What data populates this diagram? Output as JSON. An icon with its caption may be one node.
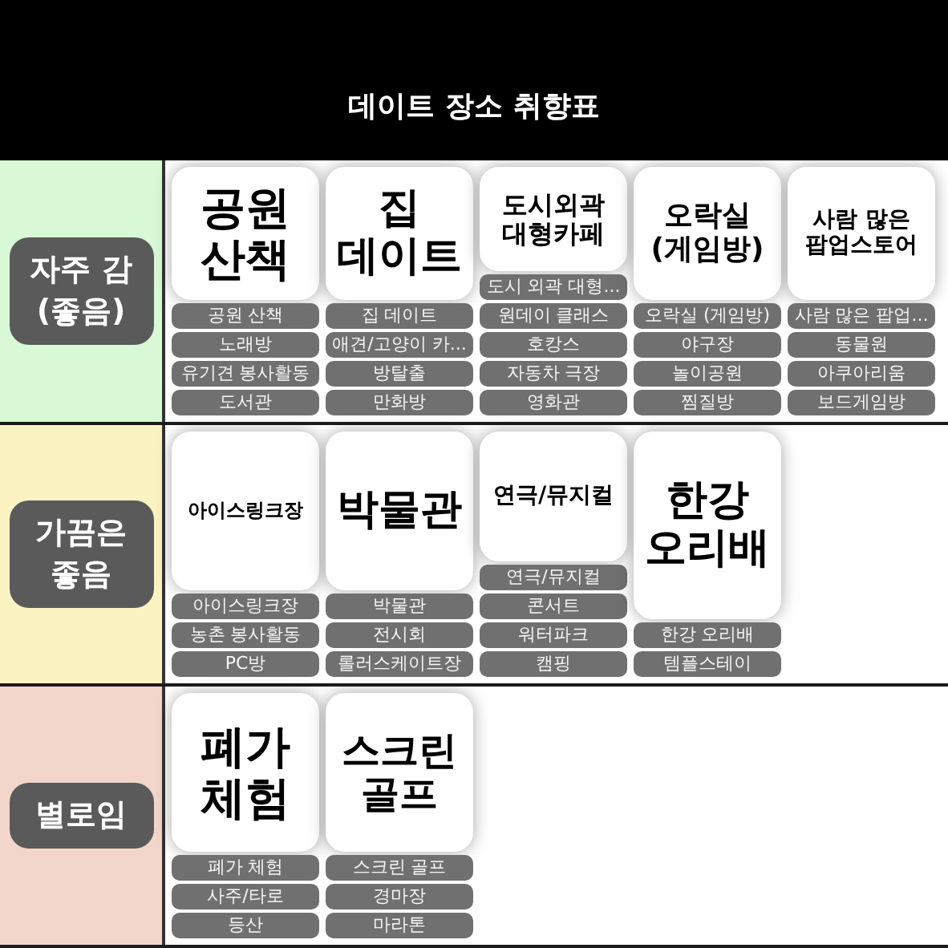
{
  "diagram": {
    "title": "데이트 장소 취향표",
    "nodes": [
      {
        "text": [],
        "shape": "band"
      },
      {
        "text": [
          "자주 감 (좋음)"
        ],
        "in": 0
      },
      {
        "text": [
          "공원 산책"
        ],
        "in": 0
      },
      {
        "text": [
          "공원 산책"
        ],
        "in": 0
      },
      {
        "text": [
          "노래방"
        ],
        "in": 0
      },
      {
        "text": [
          "유기견 봉사활동"
        ],
        "in": 0
      },
      {
        "text": [
          "도서관"
        ],
        "in": 0
      },
      {
        "text": [
          "집 데이트"
        ],
        "in": 0
      },
      {
        "text": [
          "집 데이트"
        ],
        "in": 0
      },
      {
        "text": [
          "애견/고양이 카..."
        ],
        "in": 0
      },
      {
        "text": [
          "방탈출"
        ],
        "in": 0
      },
      {
        "text": [
          "만화방"
        ],
        "in": 0
      },
      {
        "text": [
          "도시외곽 대형카페"
        ],
        "in": 0
      },
      {
        "text": [
          "도시 외곽 대형..."
        ],
        "in": 0
      },
      {
        "text": [
          "원데이 클래스"
        ],
        "in": 0
      },
      {
        "text": [
          "호캉스"
        ],
        "in": 0
      },
      {
        "text": [
          "자동차 극장"
        ],
        "in": 0
      },
      {
        "text": [
          "영화관"
        ],
        "in": 0
      },
      {
        "text": [
          "오락실 (게임방)"
        ],
        "in": 0
      },
      {
        "text": [
          "오락실 (게임방)"
        ],
        "in": 0
      },
      {
        "text": [
          "야구장"
        ],
        "in": 0
      },
      {
        "text": [
          "놀이공원"
        ],
        "in": 0
      },
      {
        "text": [
          "찜질방"
        ],
        "in": 0
      },
      {
        "text": [
          "사람 많은 팝업스토어"
        ],
        "in": 0
      },
      {
        "text": [
          "사람 많은 팝업..."
        ],
        "in": 0
      },
      {
        "text": [
          "동물원"
        ],
        "in": 0
      },
      {
        "text": [
          "아쿠아리움"
        ],
        "in": 0
      },
      {
        "text": [
          "보드게임방"
        ],
        "in": 0
      },
      {
        "text": [],
        "shape": "band"
      },
      {
        "text": [
          "가끔은 좋음"
        ],
        "in": 28
      },
      {
        "text": [
          "아이스링크장"
        ],
        "in": 28
      },
      {
        "text": [
          "아이스링크장"
        ],
        "in": 28
      },
      {
        "text": [
          "농촌 봉사활동"
        ],
        "in": 28
      },
      {
        "text": [
          "PC방"
        ],
        "in": 28
      },
      {
        "text": [
          "박물관"
        ],
        "in": 28
      },
      {
        "text": [
          "박물관"
        ],
        "in": 28
      },
      {
        "text": [
          "전시회"
        ],
        "in": 28
      },
      {
        "text": [
          "롤러스케이트장"
        ],
        "in": 28
      },
      {
        "text": [
          "연극/뮤지컬"
        ],
        "in": 28
      },
      {
        "text": [
          "연극/뮤지컬"
        ],
        "in": 28
      },
      {
        "text": [
          "콘서트"
        ],
        "in": 28
      },
      {
        "text": [
          "워터파크"
        ],
        "in": 28
      },
      {
        "text": [
          "캠핑"
        ],
        "in": 28
      },
      {
        "text": [
          "한강 오리배"
        ],
        "in": 28
      },
      {
        "text": [
          "한강 오리배"
        ],
        "in": 28
      },
      {
        "text": [
          "템플스테이"
        ],
        "in": 28
      },
      {
        "text": [],
        "shape": "band"
      },
      {
        "text": [
          "별로임"
        ],
        "in": 46
      },
      {
        "text": [
          "폐가 체험"
        ],
        "in": 46
      },
      {
        "text": [
          "폐가 체험"
        ],
        "in": 46
      },
      {
        "text": [
          "사주/타로"
        ],
        "in": 46
      },
      {
        "text": [
          "등산"
        ],
        "in": 46
      },
      {
        "text": [
          "스크린 골프"
        ],
        "in": 46
      },
      {
        "text": [
          "스크린 골프"
        ],
        "in": 46
      },
      {
        "text": [
          "경마장"
        ],
        "in": 46
      },
      {
        "text": [
          "마라톤"
        ],
        "in": 46
      }
    ]
  }
}
